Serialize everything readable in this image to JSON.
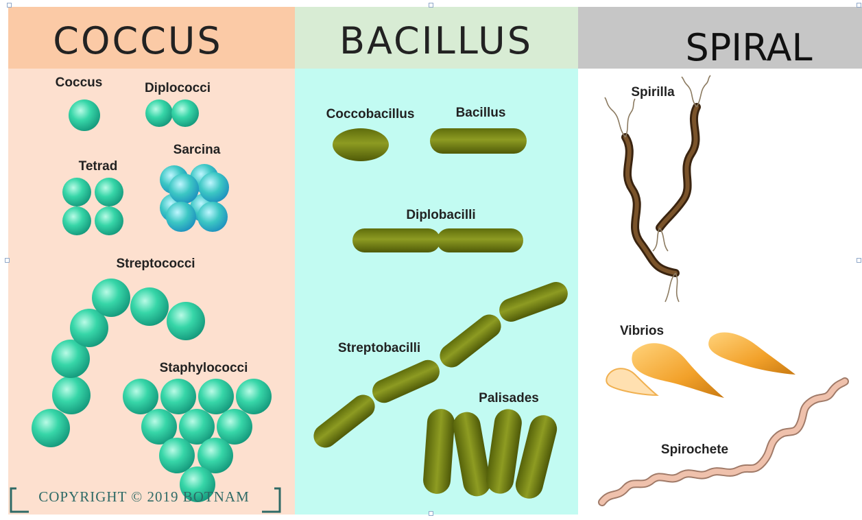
{
  "columns": [
    {
      "title": "COCCUS",
      "header_color": "#fbcaa6",
      "body_color": "#fde0cf"
    },
    {
      "title": "BACILLUS",
      "header_color": "#d8ecd4",
      "body_color": "#c2fbf2"
    },
    {
      "title": "SPIRAL",
      "header_color": "#c6c6c6",
      "body_color": "#ffffff"
    }
  ],
  "labels": {
    "coccus": "Coccus",
    "diplococci": "Diplococci",
    "tetrad": "Tetrad",
    "sarcina": "Sarcina",
    "streptococci": "Streptococci",
    "staphylococci": "Staphylococci",
    "coccobacillus": "Coccobacillus",
    "bacillus": "Bacillus",
    "diplobacilli": "Diplobacilli",
    "streptobacilli": "Streptobacilli",
    "palisades": "Palisades",
    "spirilla": "Spirilla",
    "vibrios": "Vibrios",
    "spirochete": "Spirochete"
  },
  "copyright": "COPYRIGHT © 2019 BOTNAM",
  "colors": {
    "coccus_fill": "#37d6a8",
    "coccus_sarcina_rim": "#35b8e8",
    "bacillus_fill": "#6f7d14",
    "spirilla_fill": "#5a3a1c",
    "vibrio_fill": "#f2a12a",
    "spirochete_fill": "#e9b9a3",
    "copyright_color": "#2e6a66"
  },
  "icons": [
    "coccus-cell-icon",
    "bacillus-cell-icon",
    "spirilla-icon",
    "vibrio-icon",
    "spirochete-icon"
  ]
}
